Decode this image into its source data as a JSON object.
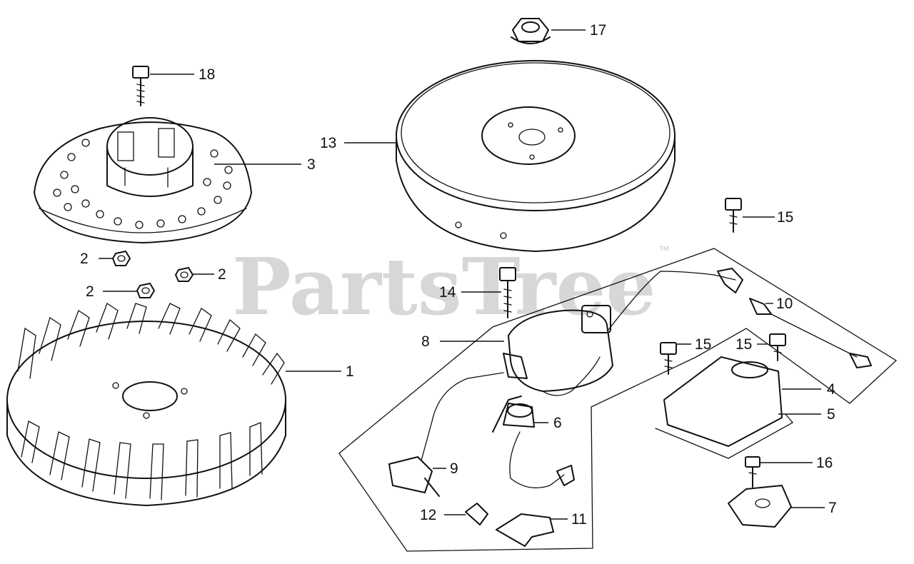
{
  "watermark": {
    "text": "PartsTree",
    "trademark": "™"
  },
  "callouts": [
    {
      "id": "c17",
      "label": "17"
    },
    {
      "id": "c18",
      "label": "18"
    },
    {
      "id": "c13",
      "label": "13"
    },
    {
      "id": "c3",
      "label": "3"
    },
    {
      "id": "c15a",
      "label": "15"
    },
    {
      "id": "c2a",
      "label": "2"
    },
    {
      "id": "c2b",
      "label": "2"
    },
    {
      "id": "c2c",
      "label": "2"
    },
    {
      "id": "c14",
      "label": "14"
    },
    {
      "id": "c10",
      "label": "10"
    },
    {
      "id": "c8",
      "label": "8"
    },
    {
      "id": "c15b",
      "label": "15"
    },
    {
      "id": "c15c",
      "label": "15"
    },
    {
      "id": "c1",
      "label": "1"
    },
    {
      "id": "c4",
      "label": "4"
    },
    {
      "id": "c5",
      "label": "5"
    },
    {
      "id": "c6",
      "label": "6"
    },
    {
      "id": "c9",
      "label": "9"
    },
    {
      "id": "c16",
      "label": "16"
    },
    {
      "id": "c7",
      "label": "7"
    },
    {
      "id": "c12",
      "label": "12"
    },
    {
      "id": "c11",
      "label": "11"
    }
  ]
}
